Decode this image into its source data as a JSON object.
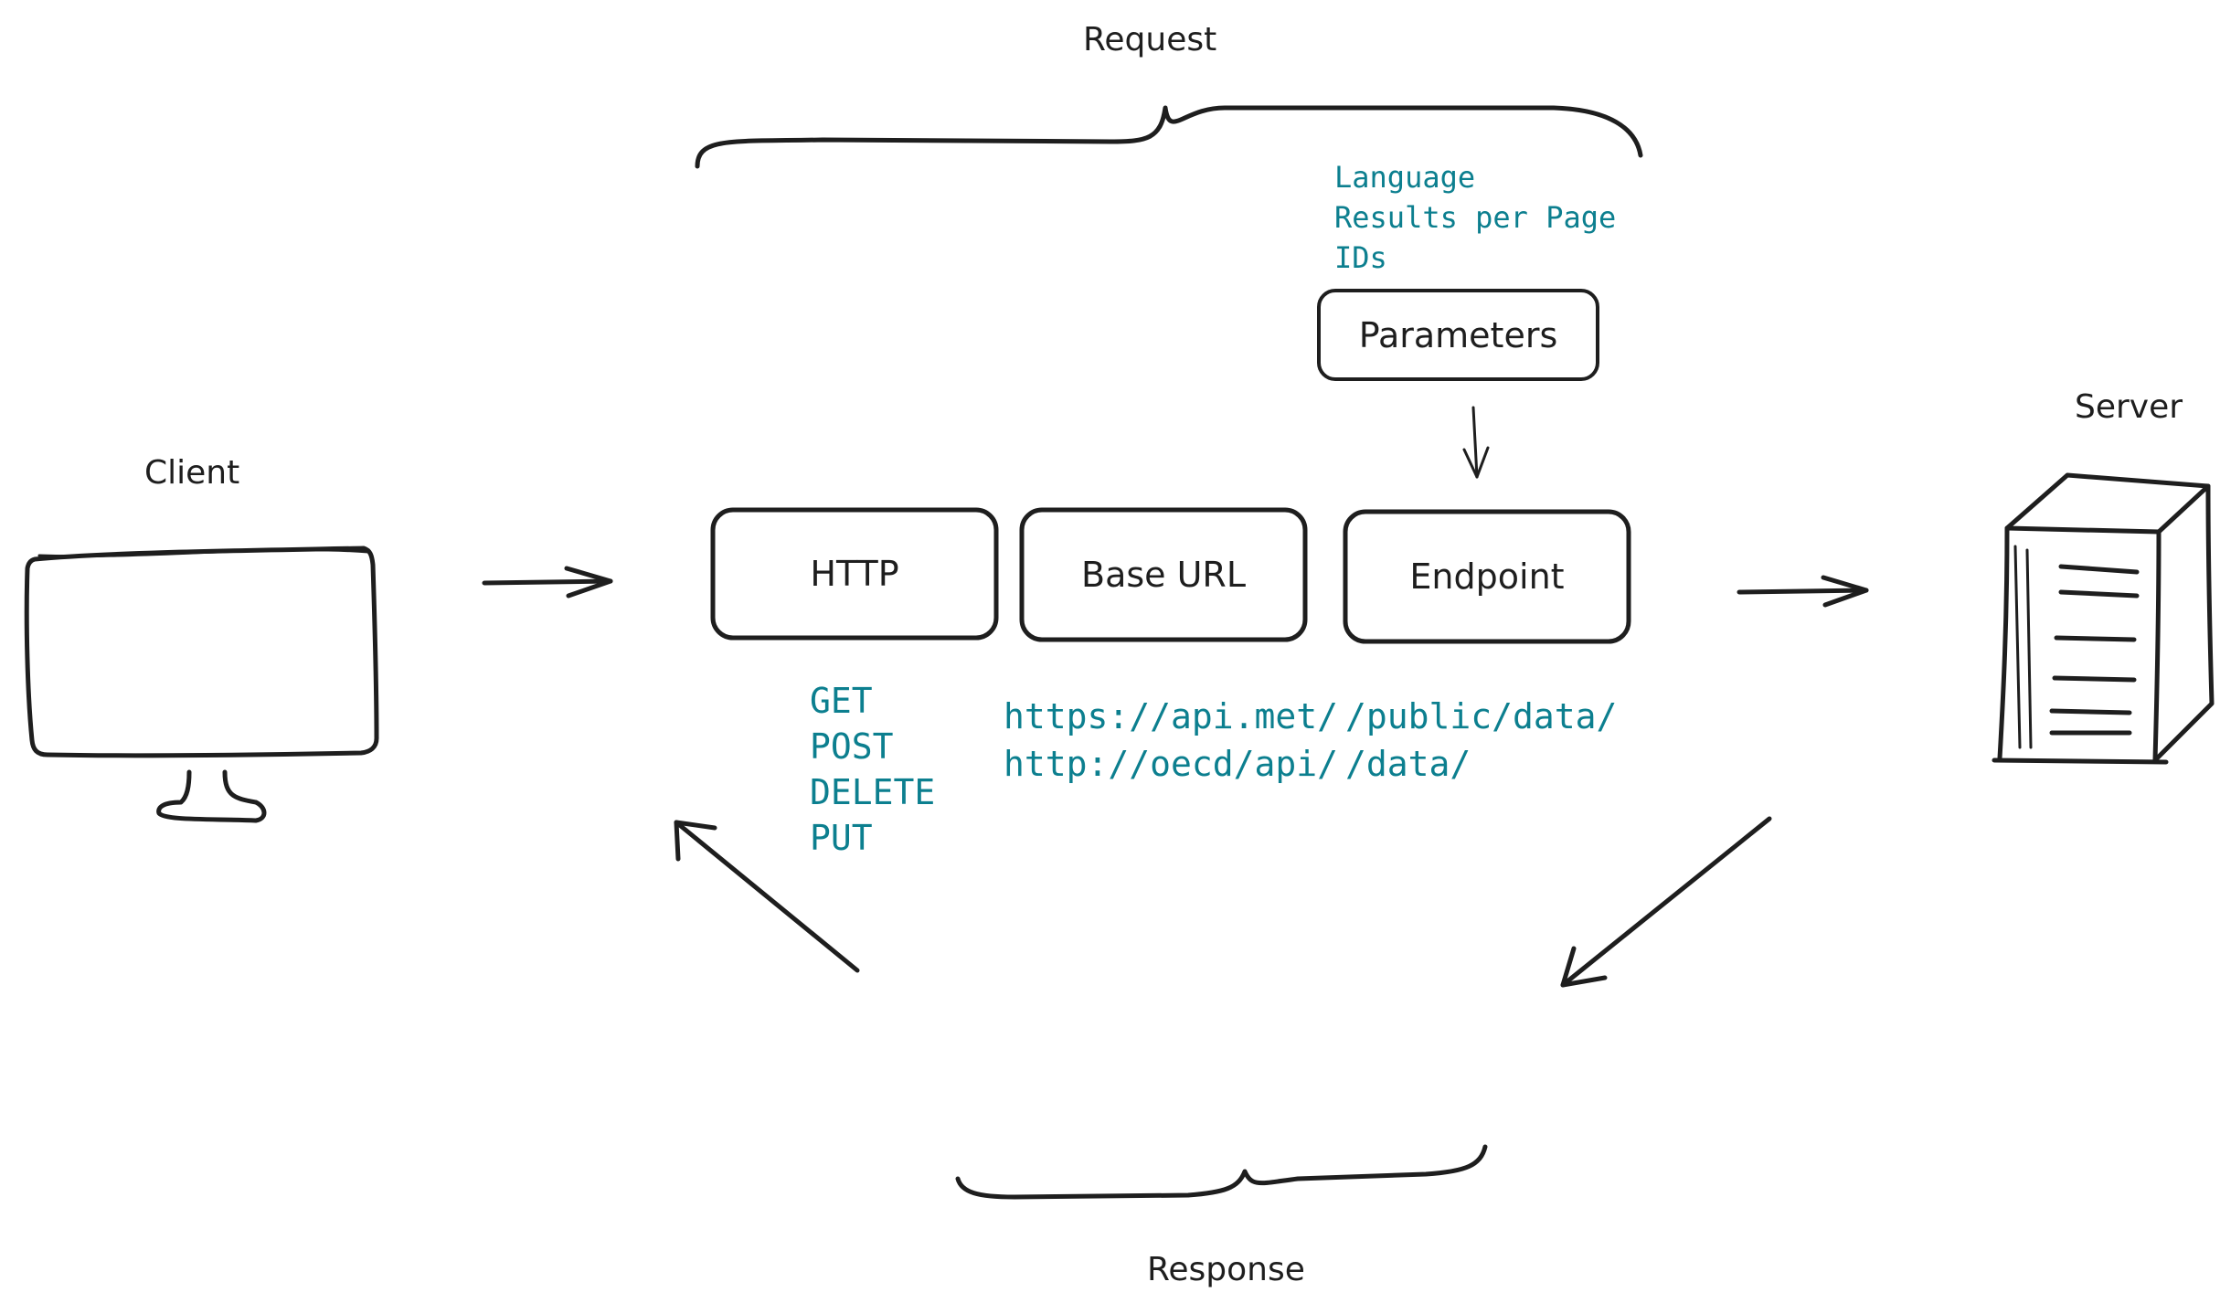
{
  "labels": {
    "request": "Request",
    "response": "Response",
    "client": "Client",
    "server": "Server"
  },
  "boxes": {
    "http": "HTTP",
    "base_url": "Base URL",
    "endpoint": "Endpoint",
    "parameters": "Parameters"
  },
  "lists": {
    "parameters": [
      "Language",
      "Results per Page",
      "IDs"
    ],
    "http_methods": [
      "GET",
      "POST",
      "DELETE",
      "PUT"
    ],
    "base_urls": [
      "https://api.met/",
      "http://oecd/api/"
    ],
    "endpoints": [
      "/public/data/",
      "/data/"
    ]
  },
  "colors": {
    "stroke": "#1e1e1e",
    "accent": "#0c7f8f",
    "background": "#ffffff"
  }
}
